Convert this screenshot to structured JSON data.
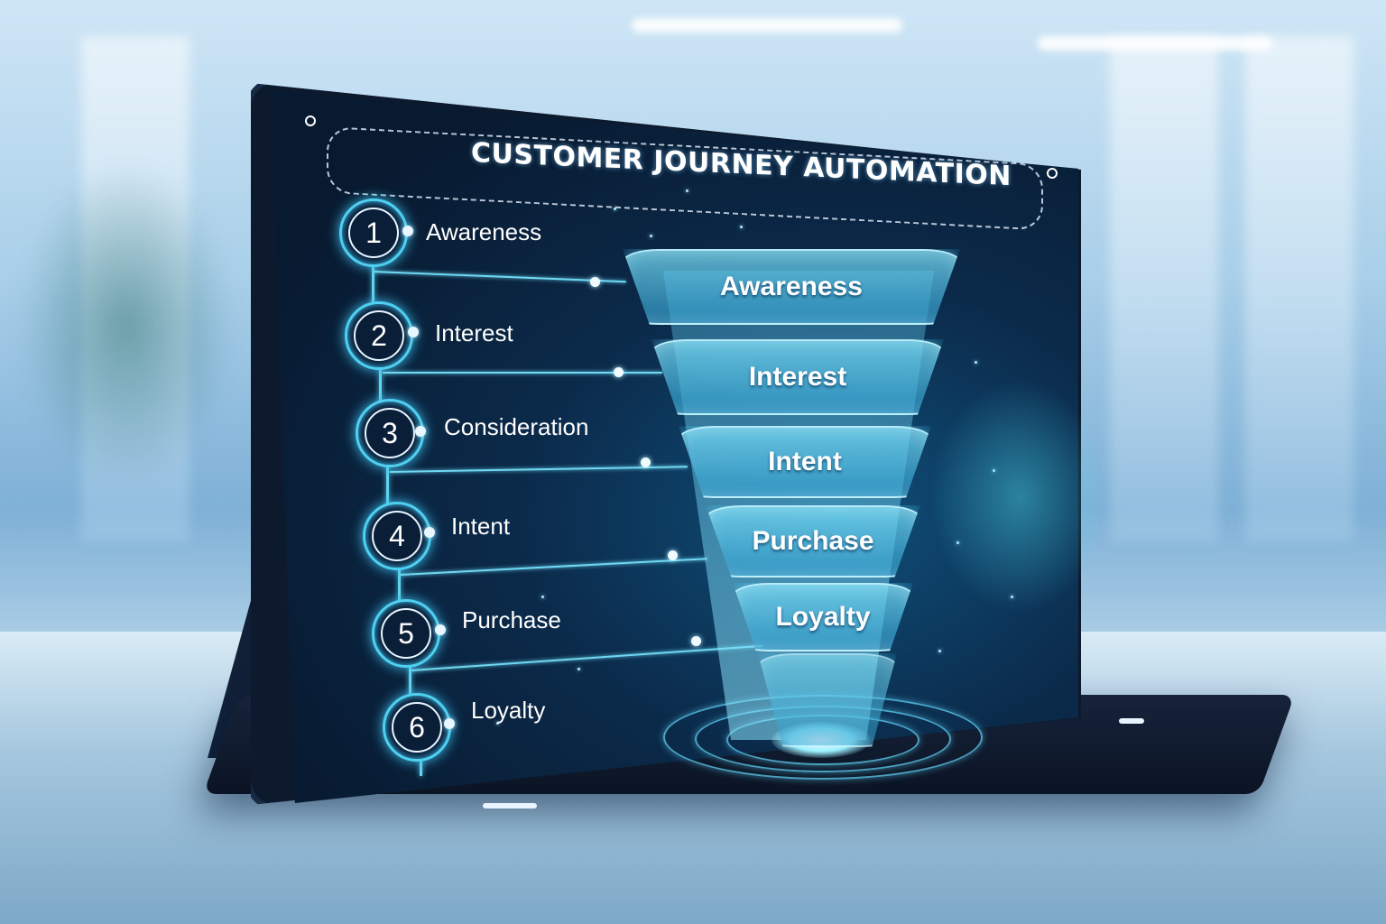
{
  "title": "CUSTOMER JOURNEY AUTOMATION",
  "steps": [
    {
      "number": "1",
      "label": "Awareness"
    },
    {
      "number": "2",
      "label": "Interest"
    },
    {
      "number": "3",
      "label": "Consideration"
    },
    {
      "number": "4",
      "label": "Intent"
    },
    {
      "number": "5",
      "label": "Purchase"
    },
    {
      "number": "6",
      "label": "Loyalty"
    }
  ],
  "funnel": [
    {
      "label": "Awareness"
    },
    {
      "label": "Interest"
    },
    {
      "label": "Intent"
    },
    {
      "label": "Purchase"
    },
    {
      "label": "Loyalty"
    },
    {
      "label": ""
    }
  ],
  "colors": {
    "accent": "#4fd0f0",
    "screen_bg": "#0b2a4a",
    "funnel": "#5ac8f0"
  }
}
